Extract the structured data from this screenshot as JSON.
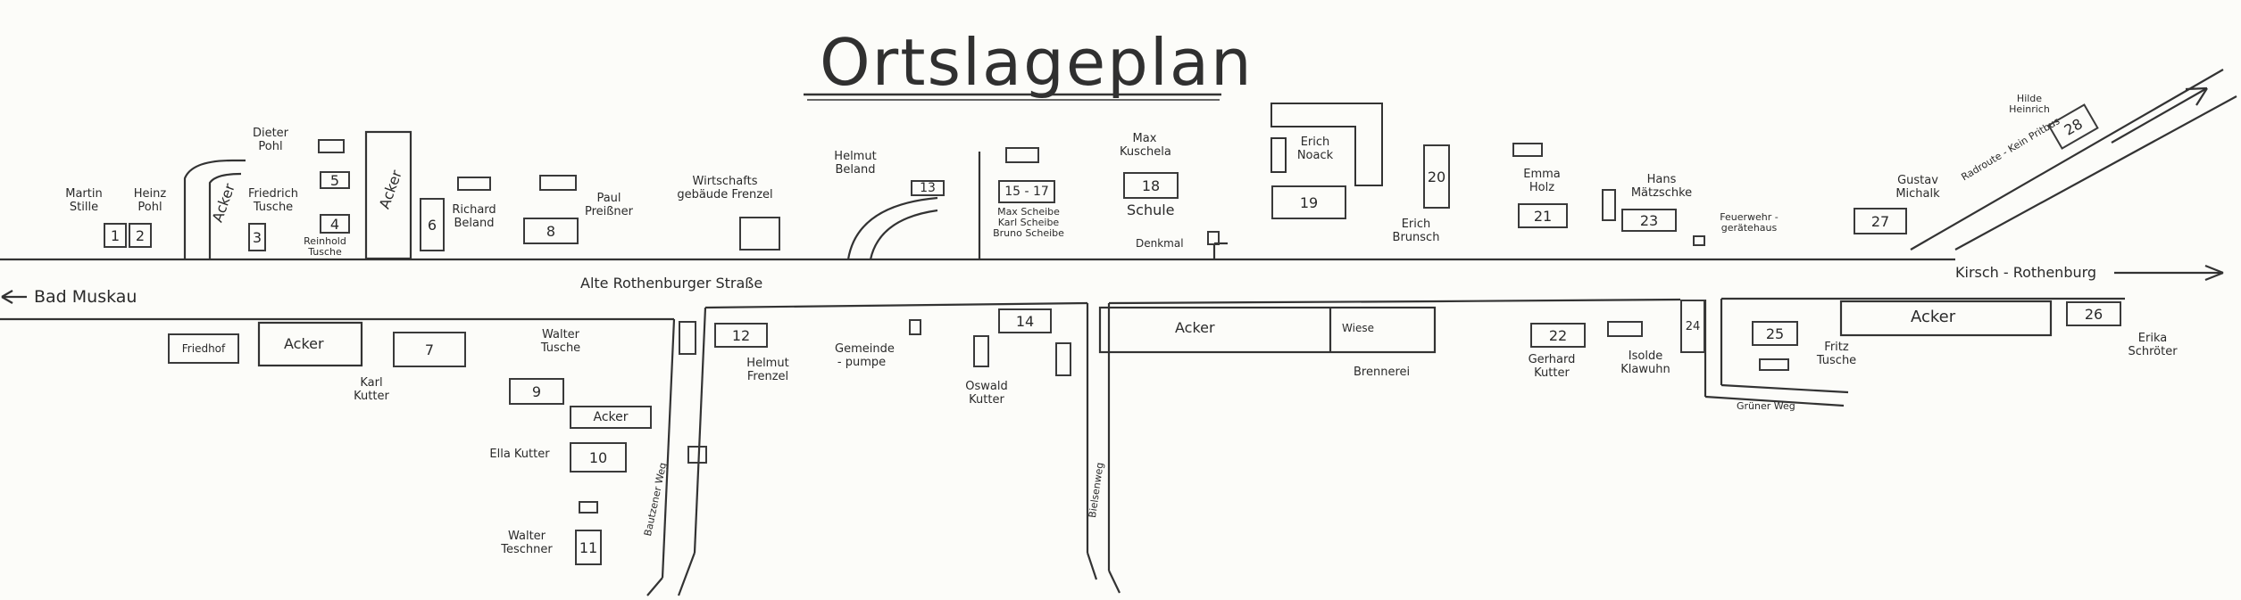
{
  "title": "Ortslageplan",
  "roads": {
    "main_street": "Alte Rothenburger Straße",
    "west_destination": "Bad Muskau",
    "east_destination": "Kirsch - Rothenburg",
    "branch_road": "Radroute - Kein Pritbus",
    "lane_1": "Bautzener Weg",
    "lane_2": "Bielsenweg",
    "lane_3": "Grüner Weg"
  },
  "buildings": [
    {
      "no": "1",
      "residents": "Martin Stille"
    },
    {
      "no": "2",
      "residents": "Heinz Pohl"
    },
    {
      "no": "3",
      "residents": "Friedrich Tusche"
    },
    {
      "no": "4",
      "residents": "Reinhold Tusche"
    },
    {
      "no": "5",
      "residents": "Dieter Pohl"
    },
    {
      "no": "6",
      "residents": "Richard Beland"
    },
    {
      "no": "7",
      "residents": "Karl Kutter"
    },
    {
      "no": "8",
      "residents": "Paul Preißner"
    },
    {
      "no": "9",
      "residents": "Walter Tusche"
    },
    {
      "no": "10",
      "residents": "Ella Kutter"
    },
    {
      "no": "11",
      "residents": "Walter Teschner"
    },
    {
      "no": "12",
      "residents": "Helmut Frenzel"
    },
    {
      "no": "13",
      "residents": "Helmut Beland"
    },
    {
      "no": "14",
      "residents": "Oswald Kutter"
    },
    {
      "no": "15 - 17",
      "residents": "Max Scheibe\nKarl Scheibe\nBruno Scheibe"
    },
    {
      "no": "18",
      "residents": "Max Kuschela"
    },
    {
      "no": "19",
      "residents": "Erich Noack"
    },
    {
      "no": "20",
      "residents": "Erich Brunsch"
    },
    {
      "no": "21",
      "residents": "Emma Holz"
    },
    {
      "no": "22",
      "residents": "Gerhard Kutter"
    },
    {
      "no": "23",
      "residents": "Hans Mätzschke"
    },
    {
      "no": "24",
      "residents": ""
    },
    {
      "no": "25",
      "residents": "Fritz Tusche"
    },
    {
      "no": "26",
      "residents": "Erika Schröter"
    },
    {
      "no": "27",
      "residents": "Gustav Michalk"
    },
    {
      "no": "28",
      "residents": "Hilde Heinrich"
    }
  ],
  "places": {
    "acker": "Acker",
    "wiese": "Wiese",
    "schule": "Schule",
    "denkmal": "Denkmal",
    "friedhof": "Friedhof",
    "wirtschaftsgebaeude": "Wirtschafts gebäude Frenzel",
    "gemeindepumpe": "Gemeinde - pumpe",
    "brennerei": "Brennerei",
    "feuerwehr": "Feuerwehr - gerätehaus",
    "isolde": "Isolde Klawuhn"
  }
}
